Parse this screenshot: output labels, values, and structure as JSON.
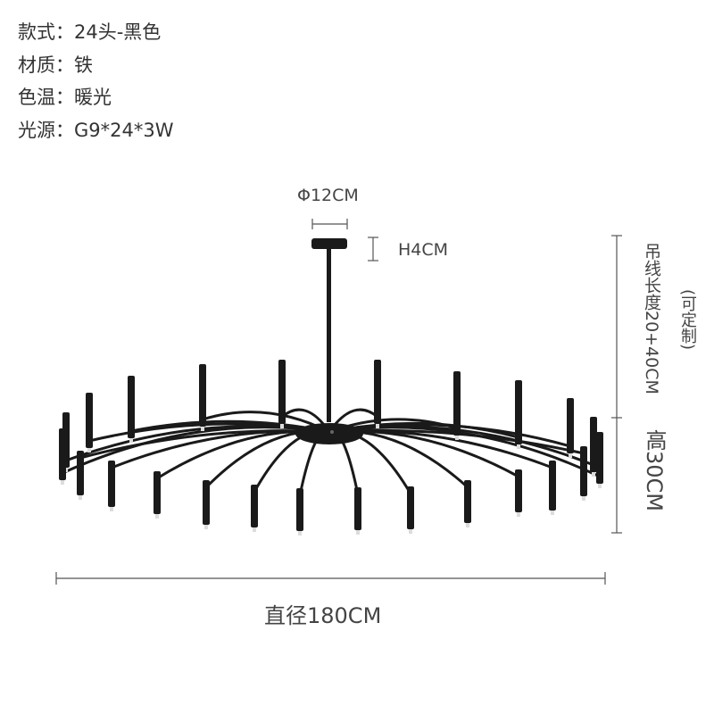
{
  "specs": [
    {
      "label": "款式：",
      "value": "24头-黑色"
    },
    {
      "label": "材质：",
      "value": "铁"
    },
    {
      "label": "色温：",
      "value": "暖光"
    },
    {
      "label": "光源：",
      "value": "G9*24*3W"
    }
  ],
  "dimensions": {
    "canopy_diameter": "Φ12CM",
    "canopy_height": "H4CM",
    "cable_length": "吊线长度20+40CM",
    "customizable": "(可定制)",
    "height": "高30CM",
    "diameter": "直径180CM"
  },
  "colors": {
    "fixture": "#1a1a1a",
    "dimension_line": "#555555",
    "text": "#333333"
  }
}
